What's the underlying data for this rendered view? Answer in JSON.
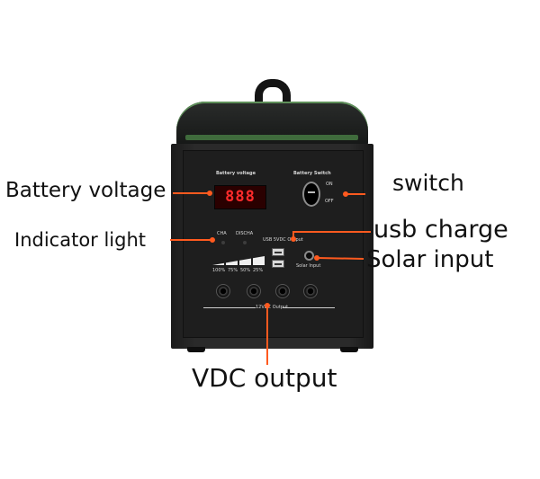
{
  "callouts": {
    "battery_voltage": "Battery voltage",
    "indicator_light": "Indicator light",
    "switch": "switch",
    "usb_charge": "usb charge",
    "solar_input": "Solar input",
    "vdc_output": "VDC output"
  },
  "panel": {
    "battery_voltage_label": "Battery voltage",
    "display_value": "888",
    "battery_switch_label": "Battery Switch",
    "on_label": "ON",
    "off_label": "OFF",
    "cha_label": "CHA",
    "discha_label": "DISCHA",
    "levels": [
      "100%",
      "75%",
      "50%",
      "25%"
    ],
    "usb_label": "USB 5VDC Output",
    "solar_label": "Solar Input",
    "dc_label": "12VDC Output"
  },
  "colors": {
    "leader": "#ff5a1f",
    "device": "#1e1e1e",
    "lid_accent": "#3f6b3c",
    "display_digits": "#ff2b2b"
  }
}
